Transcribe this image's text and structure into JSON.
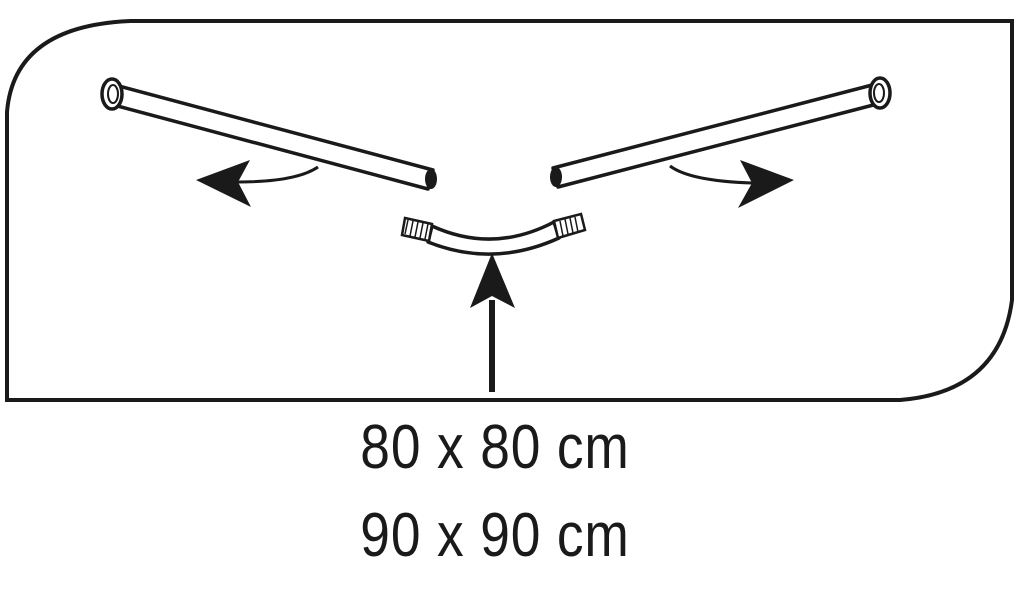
{
  "sizes": [
    "80 x 80 cm",
    "90 x 90 cm"
  ],
  "colors": {
    "stroke": "#1a1a1a",
    "background": "#ffffff"
  },
  "icons": {
    "left_rod": "straight-rod",
    "right_rod": "straight-rod",
    "connector": "corner-connector",
    "left_arrow": "curved-arrow-left",
    "right_arrow": "curved-arrow-right",
    "up_arrow": "arrow-up"
  }
}
